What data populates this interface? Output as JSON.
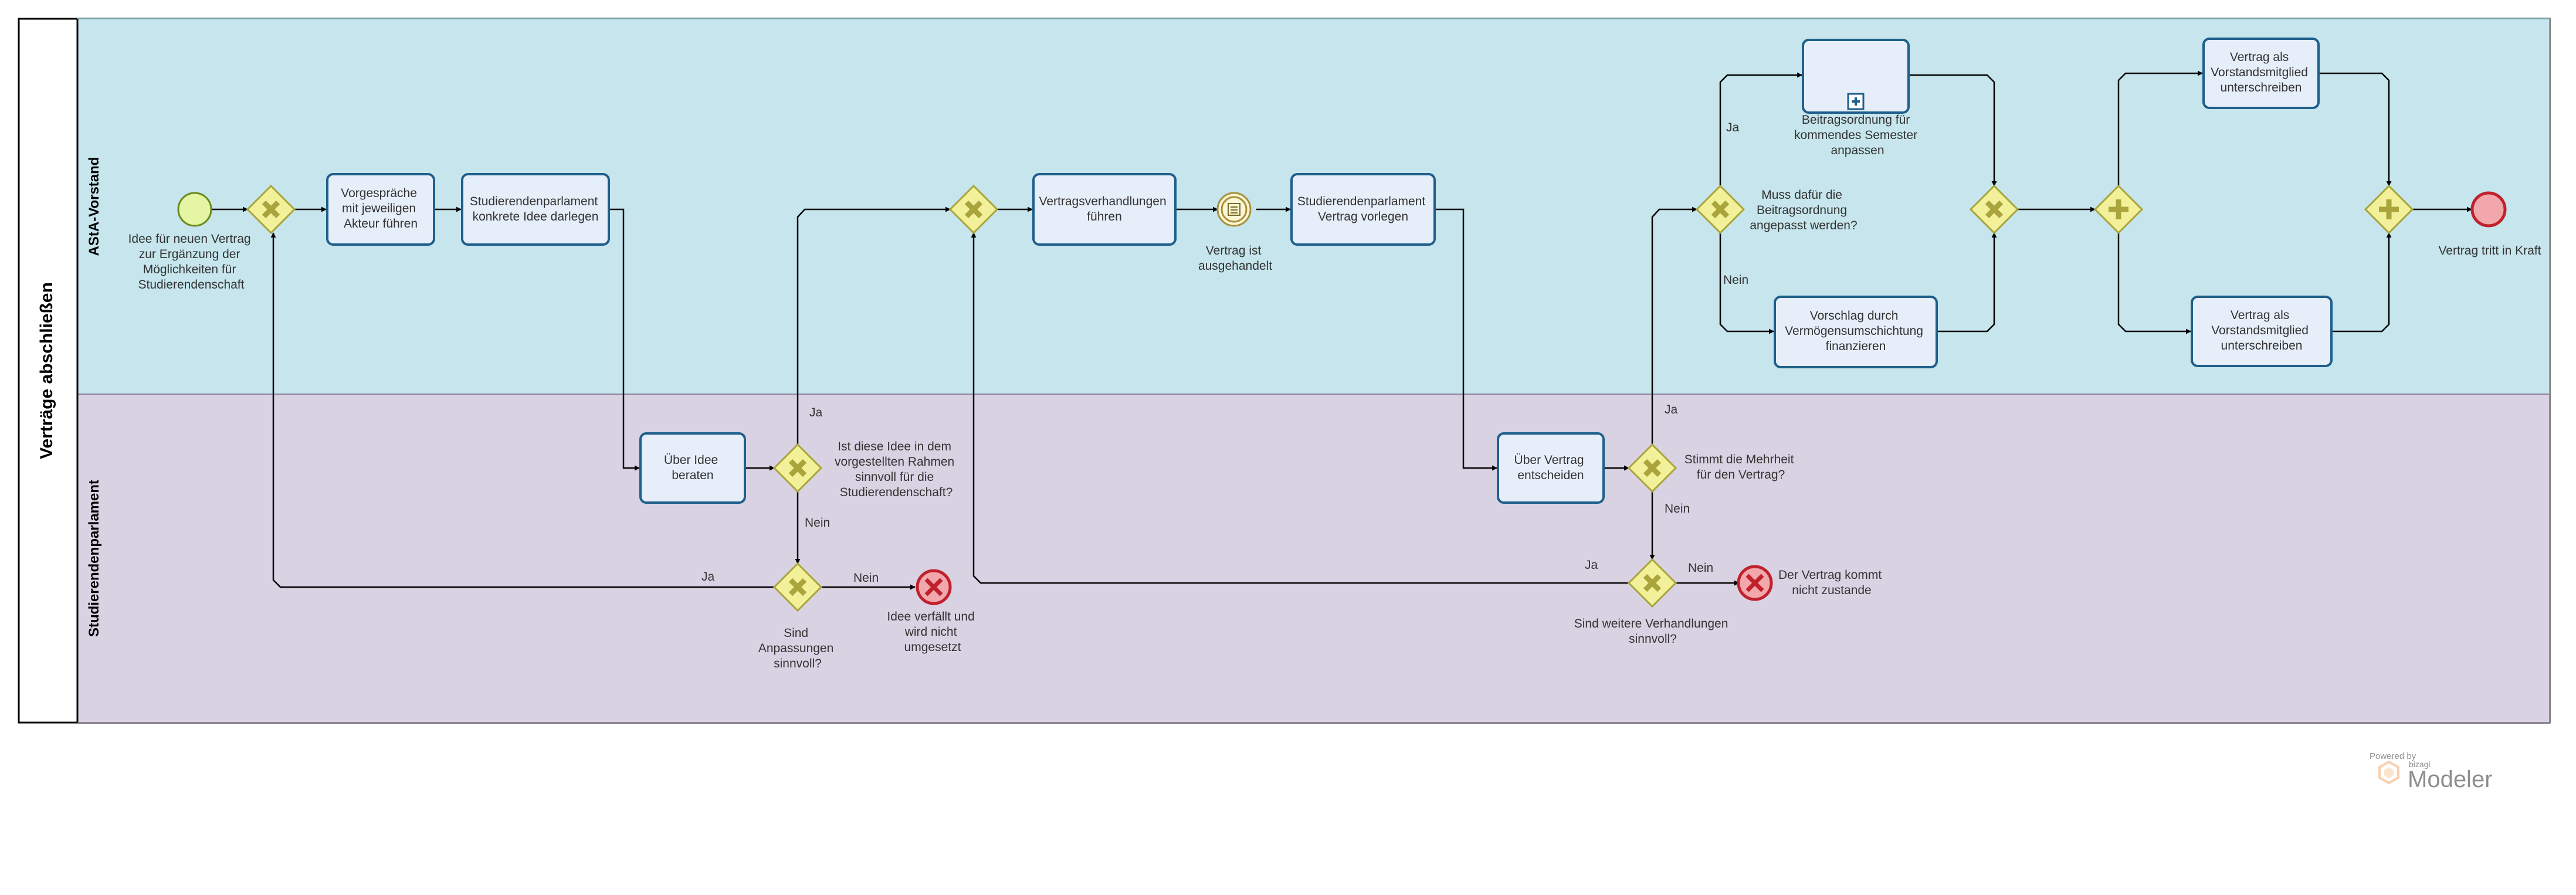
{
  "pool": {
    "title": "Verträge abschließen"
  },
  "lanes": {
    "top": "AStA-Vorstand",
    "bottom": "Studierendenparlament"
  },
  "colors": {
    "lane_top": "#c6e5ec",
    "lane_bottom": "#d9d2e3",
    "task_fill": "#e6eefa",
    "task_stroke": "#1f5f8b",
    "gateway_fill": "#f2f19a",
    "gateway_stroke": "#a9a43c",
    "start_fill": "#e4f5a3",
    "end_fill": "#f1a7ab",
    "end_stroke": "#c0212c",
    "error_fill": "#f1a7ab"
  },
  "events": {
    "start": {
      "label": [
        "Idee für neuen Vertrag",
        "zur Ergänzung der",
        "Möglichkeiten für",
        "Studierendenschaft"
      ]
    },
    "intermediate": {
      "label": [
        "Vertrag ist",
        "ausgehandelt"
      ]
    },
    "end_main": {
      "label": [
        "Vertrag tritt in Kraft"
      ]
    },
    "error_idea": {
      "label": [
        "Idee verfällt und",
        "wird nicht",
        "umgesetzt"
      ]
    },
    "error_contract": {
      "label": [
        "Der Vertrag kommt",
        "nicht zustande"
      ]
    }
  },
  "tasks": {
    "vorgespraeche": [
      "Vorgespräche",
      "mit jeweiligen",
      "Akteur führen"
    ],
    "stupa_idee": [
      "Studierendenparlament",
      "konkrete Idee darlegen"
    ],
    "verhandlungen": [
      "Vertragsverhandlungen",
      "führen"
    ],
    "stupa_vertrag": [
      "Studierendenparlament",
      "Vertrag vorlegen"
    ],
    "beitragsordnung": [
      "Beitragsordnung für",
      "kommendes Semester",
      "anpassen"
    ],
    "vermoegen": [
      "Vorschlag durch",
      "Vermögensumschichtung",
      "finanzieren"
    ],
    "unterschreiben_1": [
      "Vertrag als",
      "Vorstandsmitglied",
      "unterschreiben"
    ],
    "unterschreiben_2": [
      "Vertrag als",
      "Vorstandsmitglied",
      "unterschreiben"
    ],
    "idee_beraten": [
      "Über Idee",
      "beraten"
    ],
    "vertrag_entscheiden": [
      "Über Vertrag",
      "entscheiden"
    ]
  },
  "gateways": {
    "sinnvoll": [
      "Ist diese Idee in dem",
      "vorgestellten Rahmen",
      "sinnvoll für die",
      "Studierendenschaft?"
    ],
    "anpassungen": [
      "Sind",
      "Anpassungen",
      "sinnvoll?"
    ],
    "beitrag_frage": [
      "Muss dafür die",
      "Beitragsordnung",
      "angepasst werden?"
    ],
    "mehrheit": [
      "Stimmt die Mehrheit",
      "für den Vertrag?"
    ],
    "weitere_verhandlungen": [
      "Sind weitere Verhandlungen",
      "sinnvoll?"
    ]
  },
  "flow_labels": {
    "ja": "Ja",
    "nein": "Nein"
  },
  "watermark": {
    "powered_by": "Powered by",
    "brand_small": "bizagi",
    "brand": "Modeler"
  }
}
